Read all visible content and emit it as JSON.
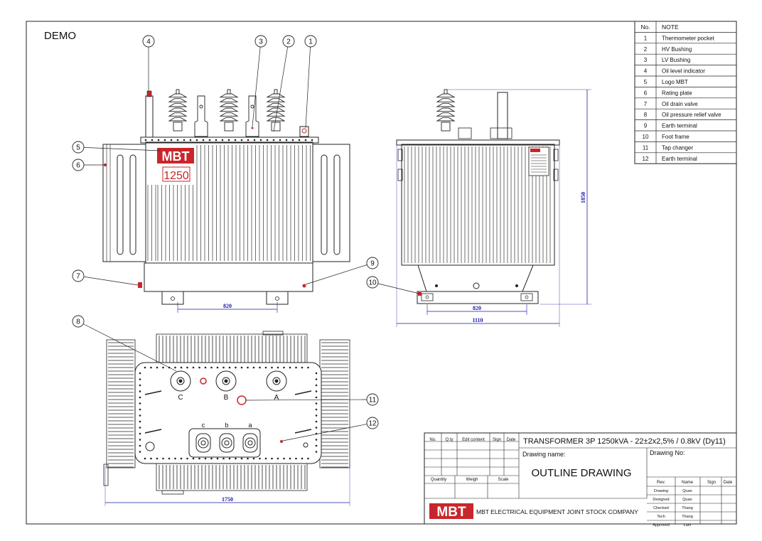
{
  "demo_label": "DEMO",
  "notes": {
    "header_no": "No.",
    "header_note": "NOTE",
    "rows": [
      {
        "no": "1",
        "note": "Thermometer pocket"
      },
      {
        "no": "2",
        "note": "HV Bushing"
      },
      {
        "no": "3",
        "note": "LV Bushing"
      },
      {
        "no": "4",
        "note": "Oil level indicator"
      },
      {
        "no": "5",
        "note": "Logo MBT"
      },
      {
        "no": "6",
        "note": "Rating plate"
      },
      {
        "no": "7",
        "note": "Oil drain valve"
      },
      {
        "no": "8",
        "note": "Oil pressure relief valve"
      },
      {
        "no": "9",
        "note": "Earth terminal"
      },
      {
        "no": "10",
        "note": "Foot frame"
      },
      {
        "no": "11",
        "note": "Tap changer"
      },
      {
        "no": "12",
        "note": "Earth terminal"
      }
    ]
  },
  "front_view": {
    "logo_text": "MBT",
    "rating_text": "1250",
    "dim_wheel_span": "820"
  },
  "side_view": {
    "dim_height": "1850",
    "dim_wheel_span": "820",
    "dim_width": "1110"
  },
  "top_view": {
    "hv_labels": [
      "C",
      "B",
      "A"
    ],
    "lv_labels": [
      "c",
      "b",
      "a"
    ],
    "dim_length": "1750"
  },
  "callouts": [
    "1",
    "2",
    "3",
    "4",
    "5",
    "6",
    "7",
    "8",
    "9",
    "10",
    "11",
    "12"
  ],
  "title_block": {
    "rev_header": {
      "no": "No.",
      "qty": "Q.ty",
      "edit": "Edit content",
      "sign": "Sign",
      "date": "Date"
    },
    "title": "TRANSFORMER 3P 1250kVA - 22±2x2,5% / 0.8kV  (Dy11)",
    "drawing_name_label": "Drawing name:",
    "drawing_no_label": "Drawing No:",
    "drawing_name": "OUTLINE DRAWING",
    "quantity_label": "Quantity",
    "weigh_label": "Weigh",
    "scale_label": "Scale",
    "sign_header": {
      "rev": "Rev.",
      "name": "Name",
      "sign": "Sign",
      "date": "Date"
    },
    "sign_rows": [
      {
        "role": "Drawing",
        "name": "Quan"
      },
      {
        "role": "Designed",
        "name": "Quan"
      },
      {
        "role": "Checked",
        "name": "Thang"
      },
      {
        "role": "Tech",
        "name": "Thang"
      },
      {
        "role": "Approved",
        "name": "Lam"
      }
    ],
    "company_logo": "MBT",
    "company_name": "MBT ELECTRICAL EQUIPMENT JOINT STOCK COMPANY"
  }
}
